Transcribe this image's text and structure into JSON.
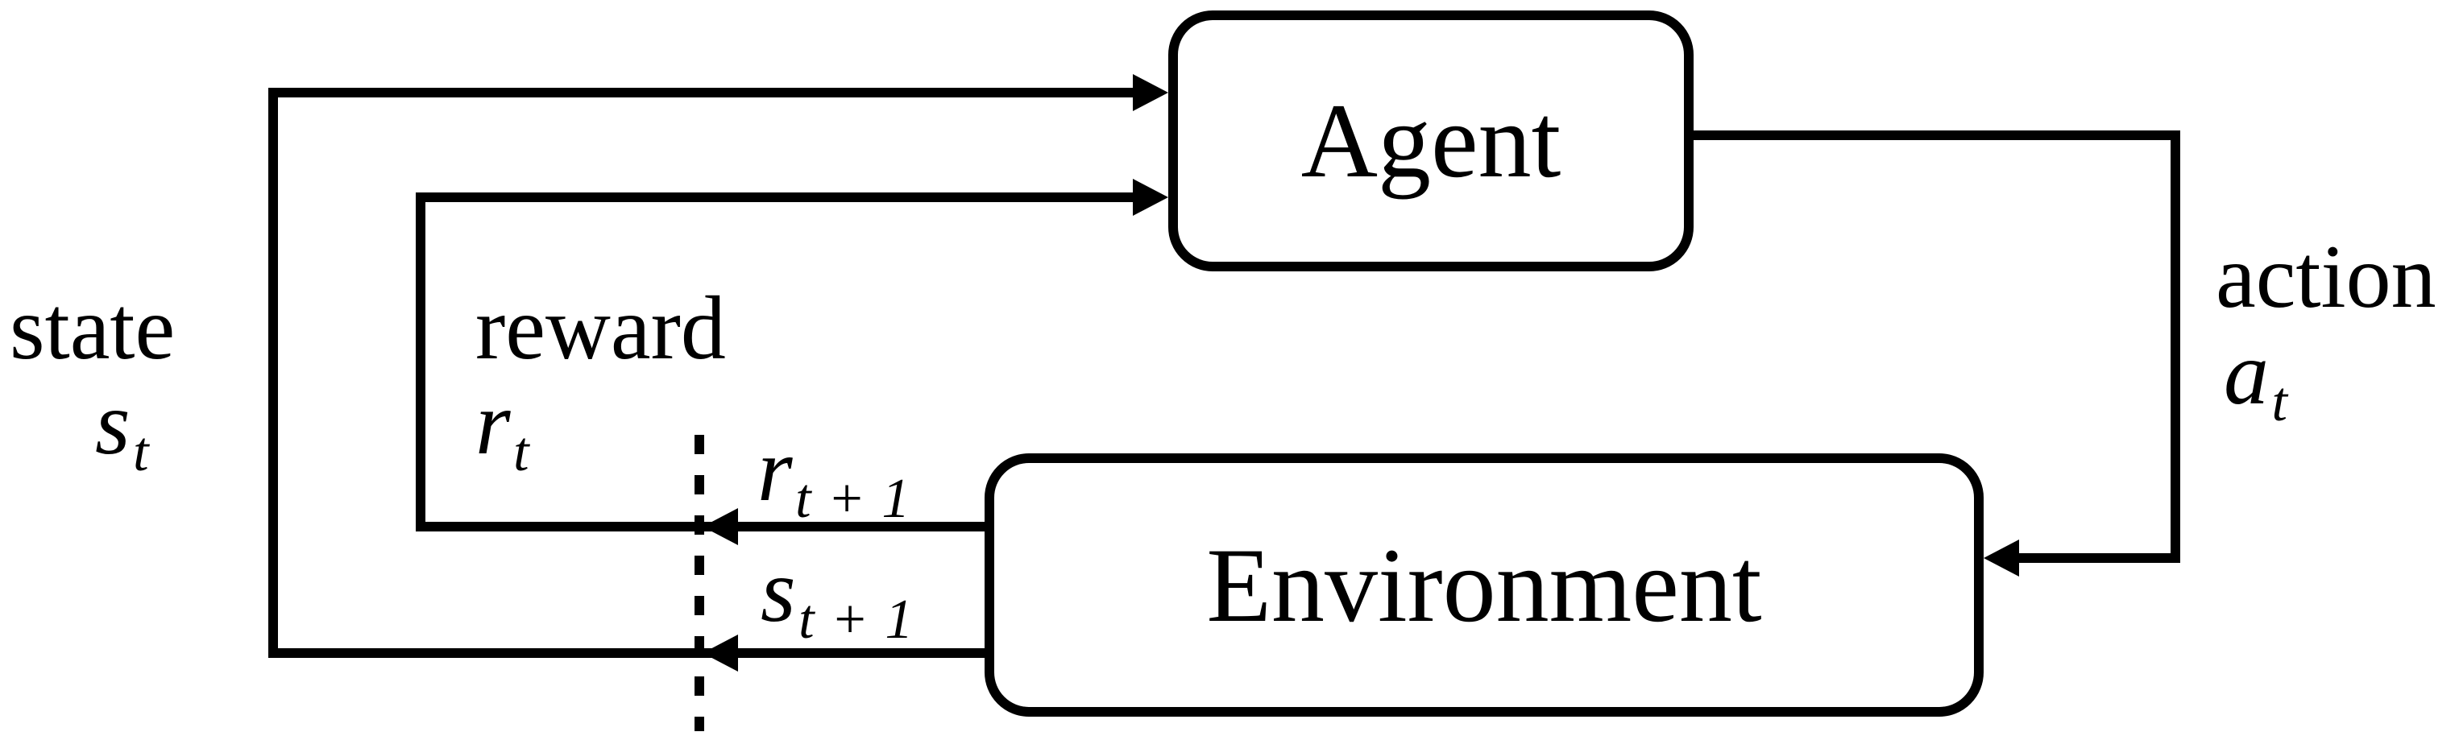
{
  "diagram": {
    "nodes": {
      "agent": {
        "label": "Agent"
      },
      "environment": {
        "label": "Environment"
      }
    },
    "labels": {
      "state": {
        "word": "state",
        "symbol": "s",
        "subscript": "t"
      },
      "reward": {
        "word": "reward",
        "symbol": "r",
        "subscript": "t"
      },
      "action": {
        "word": "action",
        "symbol": "a",
        "subscript": "t"
      },
      "next_reward": {
        "symbol": "r",
        "subscript": "t + 1"
      },
      "next_state": {
        "symbol": "s",
        "subscript": "t + 1"
      }
    },
    "colors": {
      "line": "#000000",
      "background": "#ffffff",
      "text": "#000000"
    }
  }
}
